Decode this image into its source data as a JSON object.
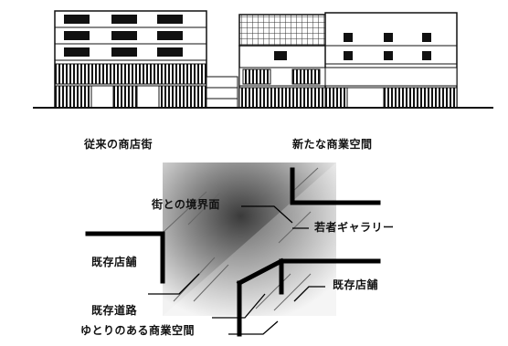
{
  "headings": {
    "left": "従来の商店街",
    "right": "新たな商業空間"
  },
  "labels": {
    "boundary": "街との境界面",
    "gallery": "若者ギャラリー",
    "existing_store_left": "既存店舗",
    "existing_store_right": "既存店舗",
    "road": "既存道路",
    "commercial_space": "ゆとりのある商業空間"
  }
}
